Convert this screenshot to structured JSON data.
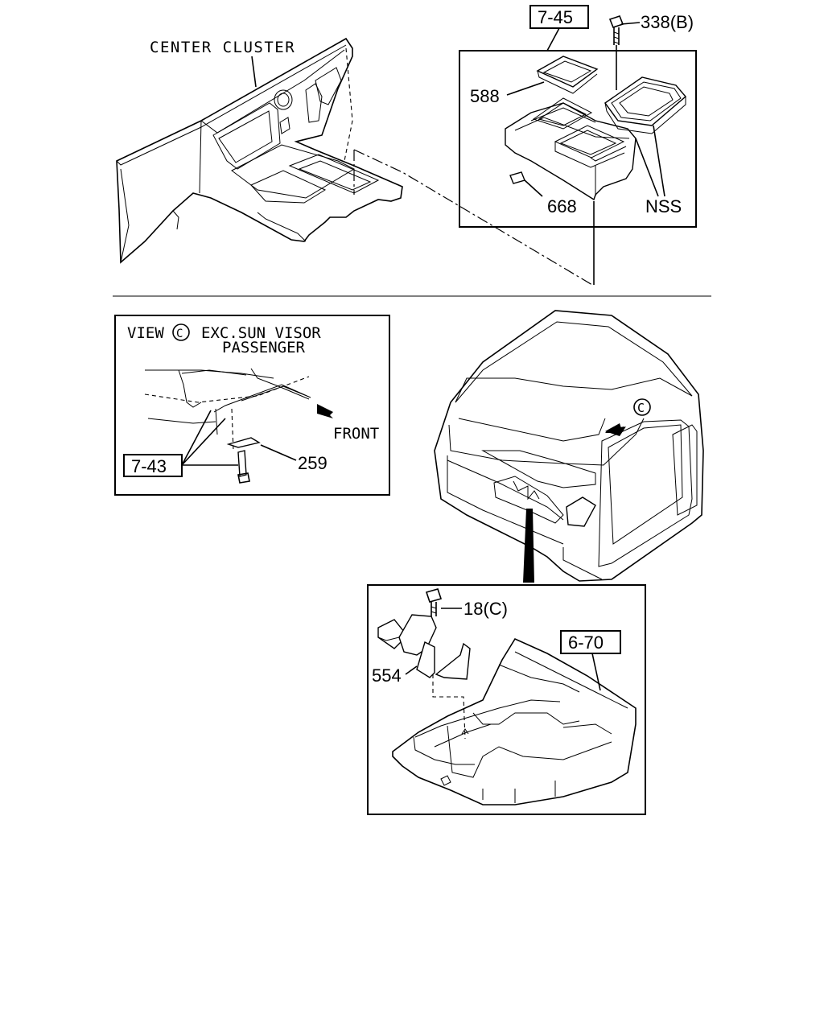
{
  "labels": {
    "center_cluster": "CENTER CLUSTER",
    "ref_7_45": "7-45",
    "part_338": "338(B)",
    "part_588": "588",
    "part_668": "668",
    "nss": "NSS",
    "view_prefix": "VIEW",
    "view_letter": "C",
    "exc_sun_visor": "EXC.SUN VISOR",
    "passenger": "PASSENGER",
    "front": "FRONT",
    "ref_7_43": "7-43",
    "part_259": "259",
    "cab_letter": "C",
    "part_18": "18(C)",
    "ref_6_70": "6-70",
    "part_554": "554"
  }
}
